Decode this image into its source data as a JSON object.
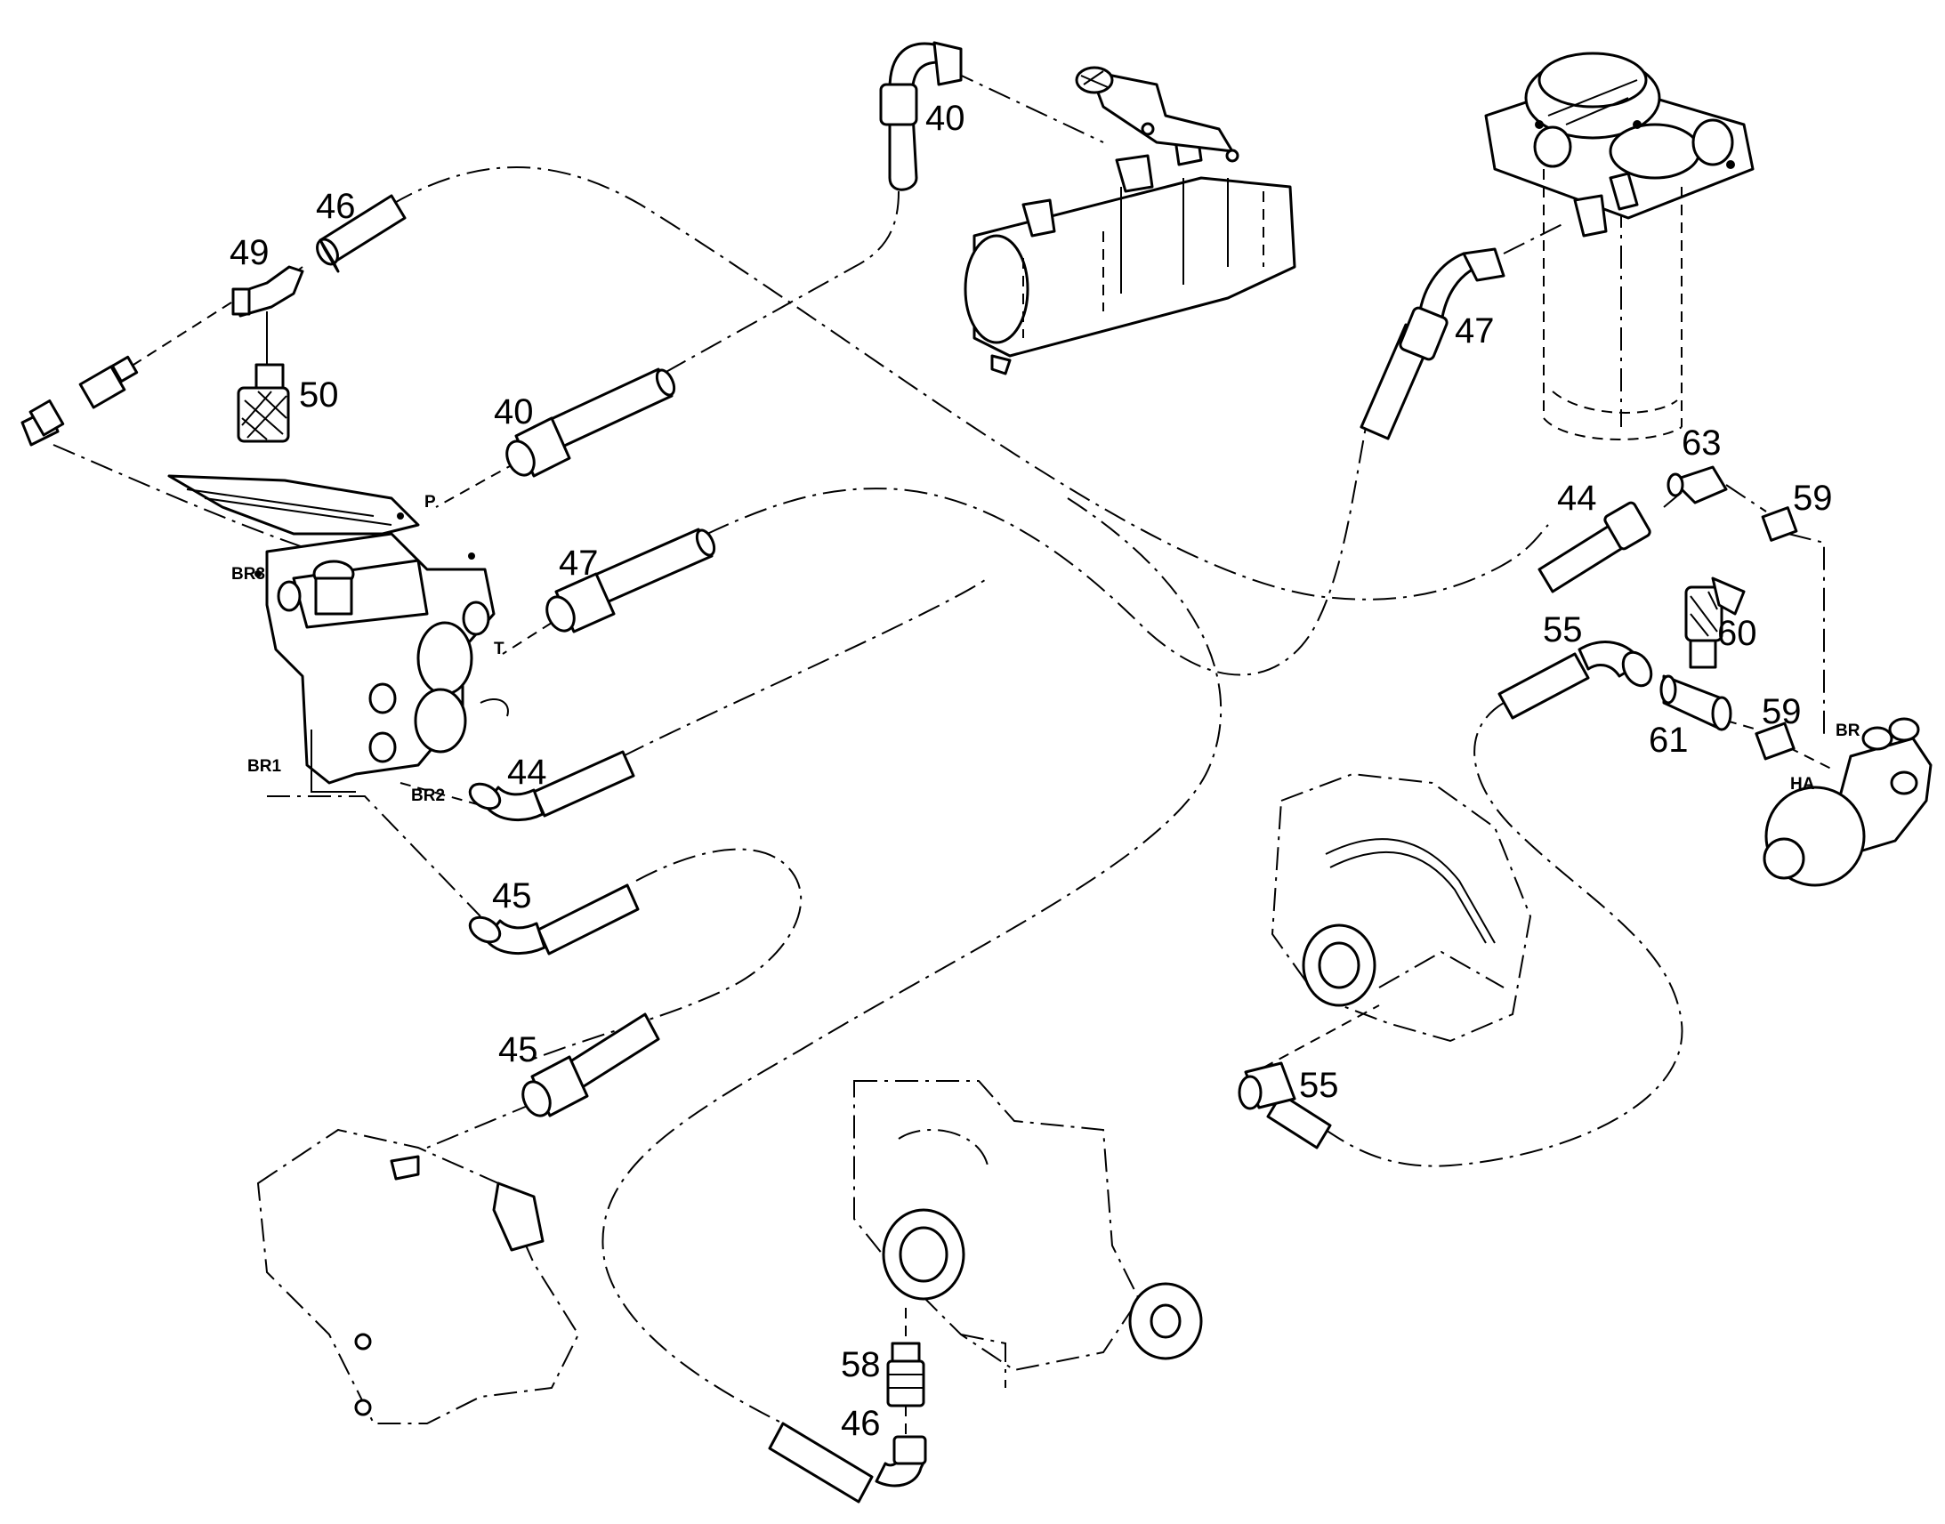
{
  "diagram": {
    "callouts": [
      {
        "id": "c40a",
        "label": "40"
      },
      {
        "id": "c46a",
        "label": "46"
      },
      {
        "id": "c49",
        "label": "49"
      },
      {
        "id": "c50",
        "label": "50"
      },
      {
        "id": "c40b",
        "label": "40"
      },
      {
        "id": "c47a",
        "label": "47"
      },
      {
        "id": "c44a",
        "label": "44"
      },
      {
        "id": "c45a",
        "label": "45"
      },
      {
        "id": "c45b",
        "label": "45"
      },
      {
        "id": "c47b",
        "label": "47"
      },
      {
        "id": "c63",
        "label": "63"
      },
      {
        "id": "c44b",
        "label": "44"
      },
      {
        "id": "c59a",
        "label": "59"
      },
      {
        "id": "c55a",
        "label": "55"
      },
      {
        "id": "c60",
        "label": "60"
      },
      {
        "id": "c61",
        "label": "61"
      },
      {
        "id": "c59b",
        "label": "59"
      },
      {
        "id": "c55b",
        "label": "55"
      },
      {
        "id": "c58",
        "label": "58"
      },
      {
        "id": "c46b",
        "label": "46"
      }
    ],
    "ports": [
      {
        "id": "p",
        "label": "P"
      },
      {
        "id": "t",
        "label": "T"
      },
      {
        "id": "br3",
        "label": "BR3"
      },
      {
        "id": "br1",
        "label": "BR1"
      },
      {
        "id": "br2",
        "label": "BR2"
      },
      {
        "id": "br",
        "label": "BR"
      },
      {
        "id": "ha",
        "label": "HA"
      }
    ]
  }
}
